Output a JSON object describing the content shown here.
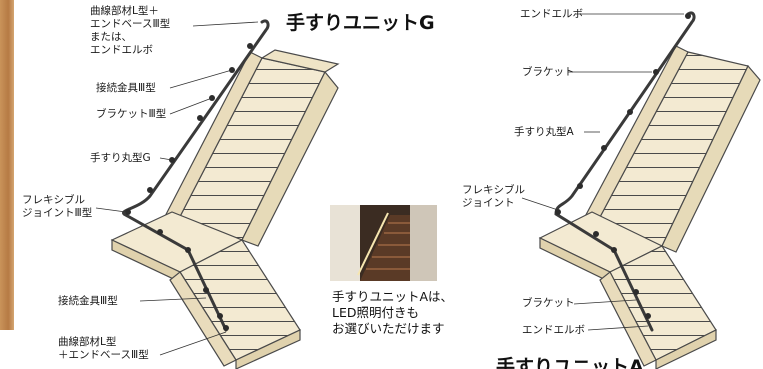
{
  "left_unit": {
    "title": "手すりユニットG",
    "labels": {
      "top_curve": "曲線部材L型＋\nエンドベースⅢ型\nまたは、\nエンドエルボ",
      "connector_top": "接続金具Ⅲ型",
      "bracket": "ブラケットⅢ型",
      "rail": "手すり丸型G",
      "flexible": "フレキシブル\nジョイントⅢ型",
      "connector_bottom": "接続金具Ⅲ型",
      "bottom_curve": "曲線部材L型\n＋エンドベースⅢ型"
    }
  },
  "right_unit": {
    "title": "手すりユニットA",
    "labels": {
      "end_elbow_top": "エンドエルボ",
      "bracket_top": "ブラケット",
      "rail": "手すり丸型A",
      "flexible": "フレキシブル\nジョイント",
      "bracket_bottom": "ブラケット",
      "end_elbow_bottom": "エンドエルボ"
    }
  },
  "photo_caption": "手すりユニットAは、\nLED照明付きも\nお選びいただけます",
  "colors": {
    "stair_fill": "#f3ead2",
    "stair_stroke": "#4a4a4a",
    "rail": "#3a3a3a"
  }
}
